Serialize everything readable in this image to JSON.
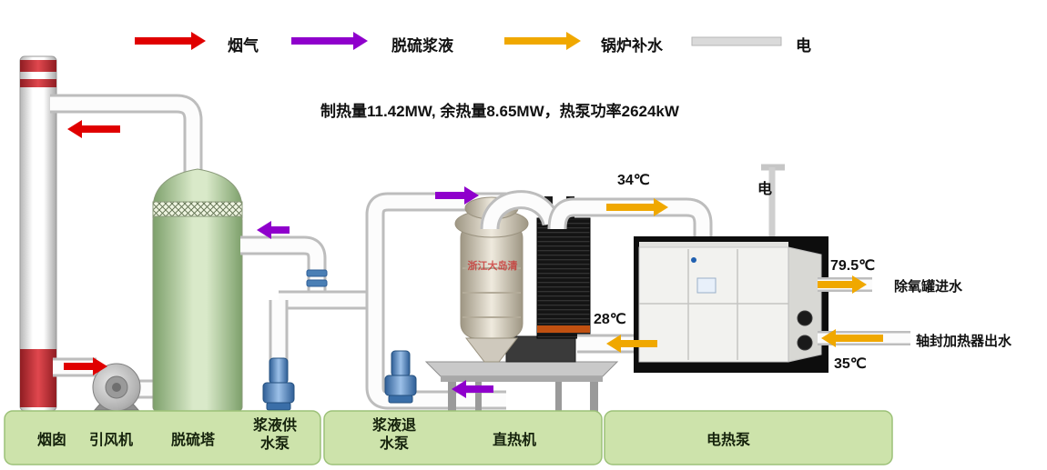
{
  "legend": {
    "items": [
      {
        "name": "flue-gas",
        "label": "烟气",
        "color": "#e00000"
      },
      {
        "name": "desulfurization-slurry",
        "label": "脱硫浆液",
        "color": "#8f00cc"
      },
      {
        "name": "boiler-makeup-water",
        "label": "锅炉补水",
        "color": "#f0a800"
      },
      {
        "name": "electricity",
        "label": "电",
        "color": "#d9d9d9"
      }
    ]
  },
  "title": "制热量11.42MW, 余热量8.65MW，热泵功率2624kW",
  "flow_labels": {
    "heater_to_pump_temp": "34℃",
    "return_to_heater_temp": "28℃",
    "heatpump_outlet_temp": "79.5℃",
    "heatpump_inlet_temp": "35℃",
    "electricity": "电",
    "deaerator_inlet": "除氧罐进水",
    "shaft_seal_heater_outlet": "轴封加热器出水"
  },
  "equipment": {
    "chimney": "烟囱",
    "fan": "引风机",
    "tower": "脱硫塔",
    "supply_pump": "浆液供水泵",
    "return_pump": "浆液退水泵",
    "direct_heater": "直热机",
    "heat_pump": "电热泵"
  },
  "watermark": "浙江大岛清",
  "colors": {
    "flue_gas_arrow": "#e00000",
    "slurry_arrow": "#8f00cc",
    "water_arrow": "#f0a800",
    "electric_line": "#d2d2d2",
    "pipe_fill": "#fcfcfc",
    "tower_green": "#b9d4a4",
    "chimney_red": "#c4262e",
    "pump_blue": "#4a7fb5",
    "label_bar_green": "#cde3ab"
  }
}
